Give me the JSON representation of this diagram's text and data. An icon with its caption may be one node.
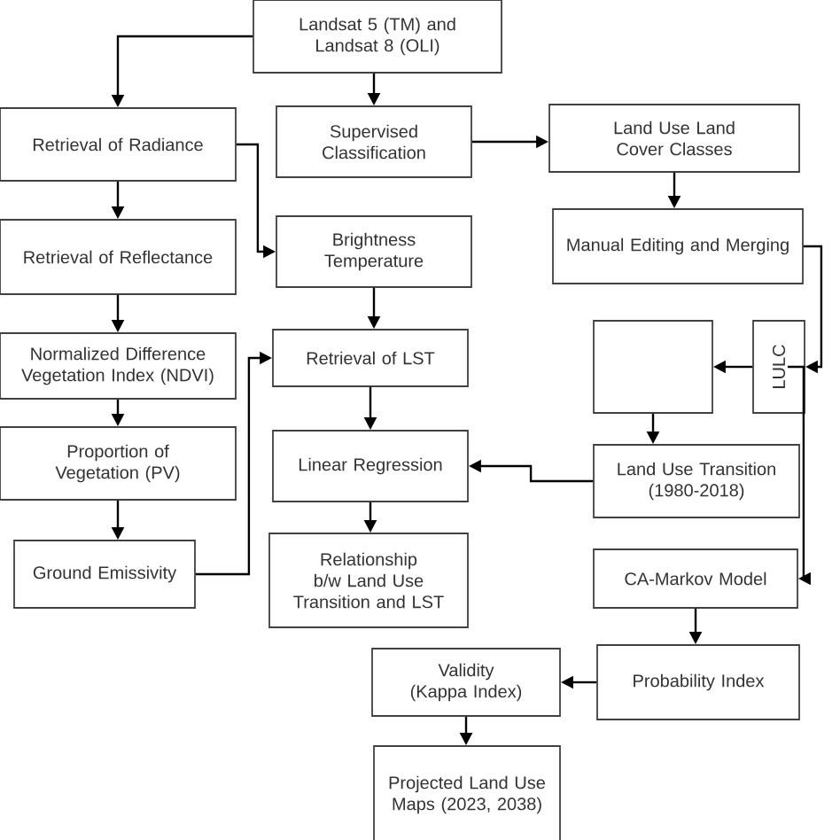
{
  "diagram": {
    "nodes": [
      {
        "text": [
          "Landsat 5 (TM) and Landsat 8 (OLI)"
        ]
      },
      {
        "text": [
          "Retrieval of Radiance"
        ]
      },
      {
        "text": [
          "Supervised Classification"
        ]
      },
      {
        "text": [
          "Land Use Land Cover Classes"
        ]
      },
      {
        "text": [
          "Retrieval of Reflectance"
        ]
      },
      {
        "text": [
          "Brightness Temperature"
        ]
      },
      {
        "text": [
          "Manual Editing and Merging"
        ]
      },
      {
        "text": [
          "Normalized Difference Vegetation Index (NDVI)"
        ]
      },
      {
        "text": [
          "Retrieval of LST"
        ]
      },
      {
        "text": [],
        "shape": "box"
      },
      {
        "text": [
          "LULC"
        ]
      },
      {
        "text": [
          "Proportion of Vegetation (PV)"
        ]
      },
      {
        "text": [
          "Linear Regression"
        ]
      },
      {
        "text": [
          "Land Use Transition (1980-2018)"
        ]
      },
      {
        "text": [
          "Ground Emissivity"
        ]
      },
      {
        "text": [
          "Relationship b/w Land Use Transition and LST"
        ]
      },
      {
        "text": [
          "CA-Markov Model"
        ]
      },
      {
        "text": [
          "Validity (Kappa Index)"
        ]
      },
      {
        "text": [
          "Probability Index"
        ]
      },
      {
        "text": [
          "Projected Land Use Maps (2023, 2038)"
        ]
      }
    ],
    "edges": [
      {
        "from": 0,
        "to": 1,
        "arrow": "to"
      },
      {
        "from": 0,
        "to": 2,
        "arrow": "to"
      },
      {
        "from": 1,
        "to": 4,
        "arrow": "to"
      },
      {
        "from": 1,
        "to": 5,
        "arrow": "to"
      },
      {
        "from": 2,
        "to": 3,
        "arrow": "to"
      },
      {
        "from": 3,
        "to": 6,
        "arrow": "to"
      },
      {
        "from": 4,
        "to": 7,
        "arrow": "to"
      },
      {
        "from": 5,
        "to": 8,
        "arrow": "to"
      },
      {
        "from": 7,
        "to": 11,
        "arrow": "to"
      },
      {
        "from": 8,
        "to": 12,
        "arrow": "to"
      },
      {
        "from": 11,
        "to": 14,
        "arrow": "to"
      },
      {
        "from": 14,
        "to": 8,
        "arrow": "to"
      },
      {
        "from": 6,
        "to": 10,
        "arrow": "to"
      },
      {
        "from": 10,
        "to": 9,
        "arrow": "to"
      },
      {
        "from": 10,
        "to": 16,
        "arrow": "to"
      },
      {
        "from": 9,
        "to": 13,
        "arrow": "to"
      },
      {
        "from": 13,
        "to": 12,
        "arrow": "to"
      },
      {
        "from": 12,
        "to": 15,
        "arrow": "to"
      },
      {
        "from": 16,
        "to": 18,
        "arrow": "to"
      },
      {
        "from": 18,
        "to": 17,
        "arrow": "to"
      },
      {
        "from": 17,
        "to": 19,
        "arrow": "to"
      }
    ]
  }
}
